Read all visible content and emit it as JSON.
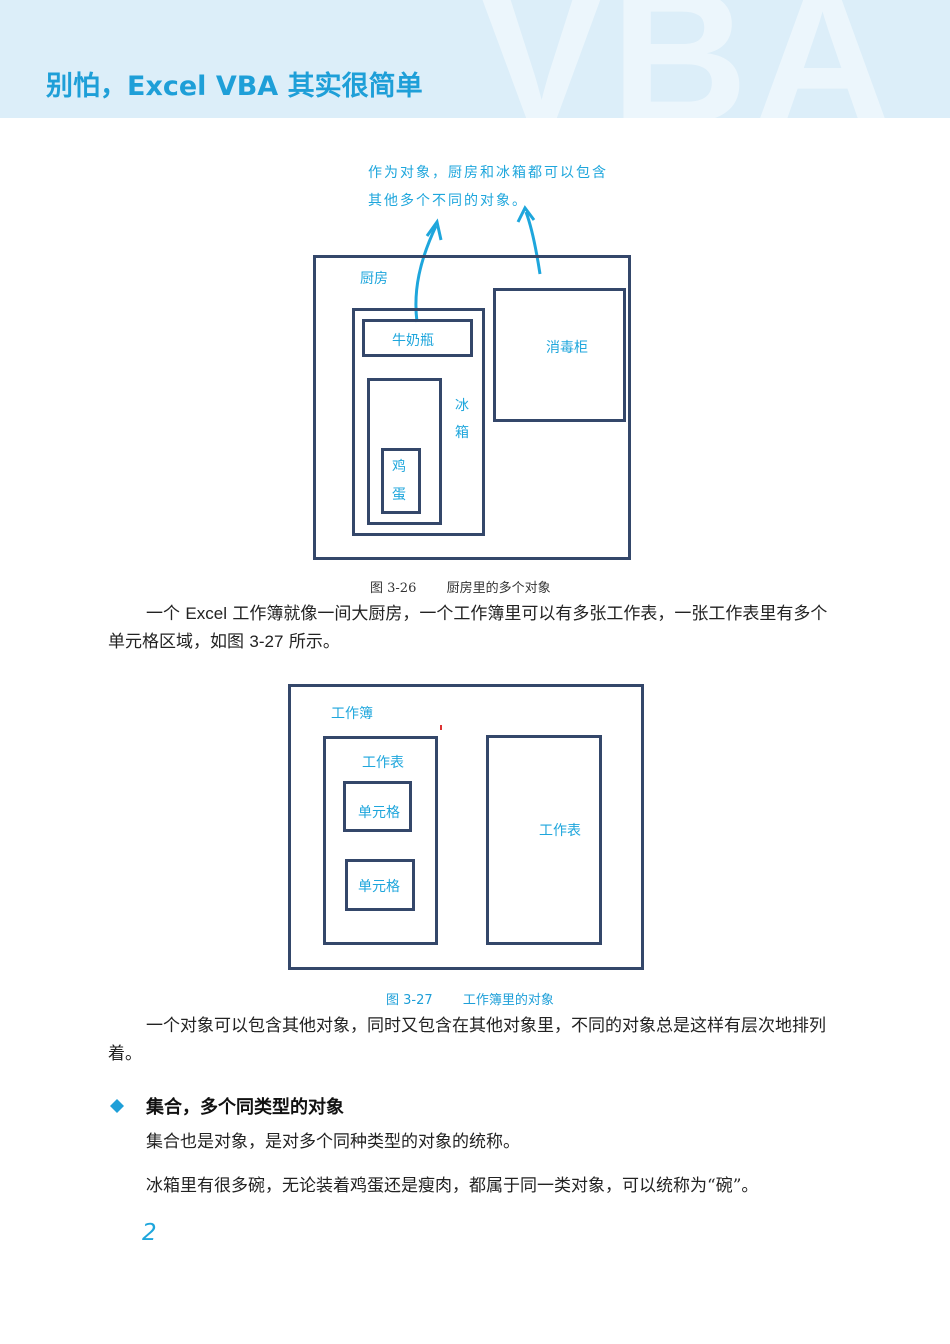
{
  "header": {
    "title": "别怕，Excel VBA 其实很简单",
    "watermark": "VBA"
  },
  "figure1": {
    "note_line1": "作为对象，厨房和冰箱都可以包含",
    "note_line2": "其他多个不同的对象。",
    "kitchen": "厨房",
    "milk": "牛奶瓶",
    "fridge_1": "冰",
    "fridge_2": "箱",
    "egg_1": "鸡",
    "egg_2": "蛋",
    "cabinet": "消毒柜",
    "caption_num": "图 3-26",
    "caption_text": "厨房里的多个对象"
  },
  "para1": {
    "a": "一个 ",
    "b": "Excel",
    "c": " 工作簿就像一间大厨房，一个工作簿里可以有多张工作表，一张工作表里有多个单元格区域，如图 ",
    "d": "3-27",
    "e": " 所示。"
  },
  "figure2": {
    "workbook": "工作簿",
    "sheet_left": "工作表",
    "cell_1": "单元格",
    "cell_2": "单元格",
    "sheet_right": "工作表",
    "caption_num": "图 3-27",
    "caption_text": "工作簿里的对象"
  },
  "para2": "一个对象可以包含其他对象，同时又包含在其他对象里，不同的对象总是这样有层次地排列着。",
  "section": {
    "heading": "集合，多个同类型的对象",
    "line1": "集合也是对象，是对多个同种类型的对象的统称。",
    "line2": "冰箱里有很多碗，无论装着鸡蛋还是瘦肉，都属于同一类对象，可以统称为“碗”。"
  },
  "page_number": "2",
  "colors": {
    "accent": "#1e9fd8",
    "box_border": "#34476a",
    "header_bg": "#dceef9"
  }
}
